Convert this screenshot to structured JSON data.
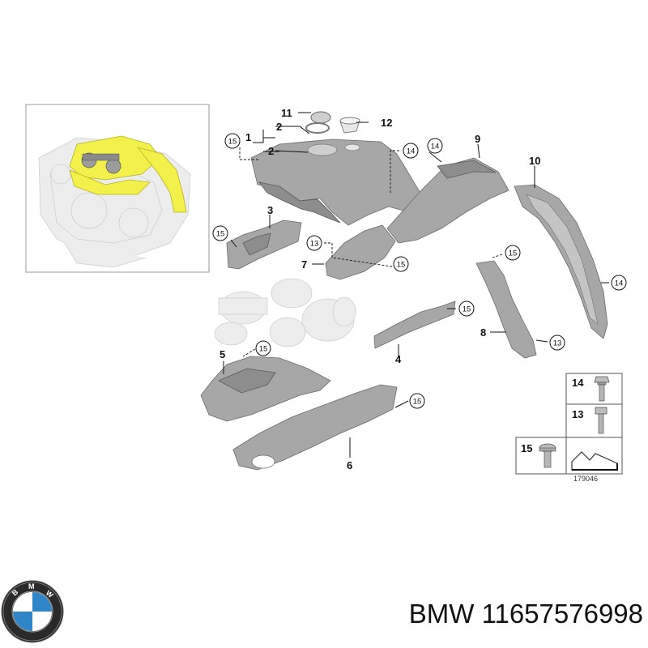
{
  "diagram": {
    "callouts": [
      "1",
      "2",
      "3",
      "4",
      "5",
      "6",
      "7",
      "8",
      "9",
      "10",
      "11",
      "12"
    ],
    "circled_callouts": [
      "13",
      "14",
      "15"
    ],
    "legend": {
      "rows": [
        {
          "number": "14",
          "icon": "flange-bolt-icon"
        },
        {
          "number": "13",
          "icon": "hex-bolt-icon"
        },
        {
          "number": "15",
          "icon": "torx-screw-icon"
        }
      ],
      "arrow_icon": "arrow-box-icon"
    },
    "diagram_id": "179046"
  },
  "brand": {
    "logo_letters": "BMW",
    "name": "BMW",
    "part_number": "11657576998"
  },
  "colors": {
    "highlight": "#f2f04a",
    "logo_blue": "#2e86c8",
    "part_gray": "#a7a7a7"
  }
}
